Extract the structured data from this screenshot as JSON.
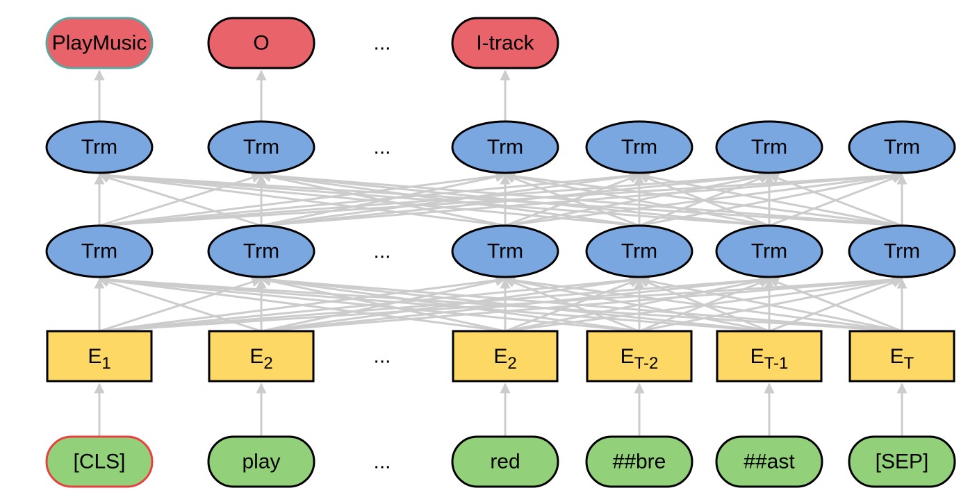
{
  "columns": [
    {
      "input": "[CLS]",
      "embedding": {
        "base": "E",
        "sub": "1"
      },
      "output": "PlayMusic"
    },
    {
      "input": "play",
      "embedding": {
        "base": "E",
        "sub": "2"
      },
      "output": "O"
    },
    {
      "input": "...",
      "embedding": {
        "base": "...",
        "sub": ""
      },
      "output": "...",
      "trm": "...",
      "is_ellipsis": true
    },
    {
      "input": "red",
      "embedding": {
        "base": "E",
        "sub": "2"
      },
      "output": "I-track"
    },
    {
      "input": "##bre",
      "embedding": {
        "base": "E",
        "sub": "T-2"
      },
      "output": null
    },
    {
      "input": "##ast",
      "embedding": {
        "base": "E",
        "sub": "T-1"
      },
      "output": null
    },
    {
      "input": "[SEP]",
      "embedding": {
        "base": "E",
        "sub": "T"
      },
      "output": null
    }
  ],
  "transformer_label": "Trm",
  "colors": {
    "output_fill": "#e8636a",
    "output_border": "#000000",
    "output_highlight_border": "#5ea6a0",
    "transformer_fill": "#7ba7e1",
    "embedding_fill": "#fdd865",
    "input_fill": "#93d07a",
    "input_highlight_border": "#e84040",
    "edge": "#cccccc"
  }
}
